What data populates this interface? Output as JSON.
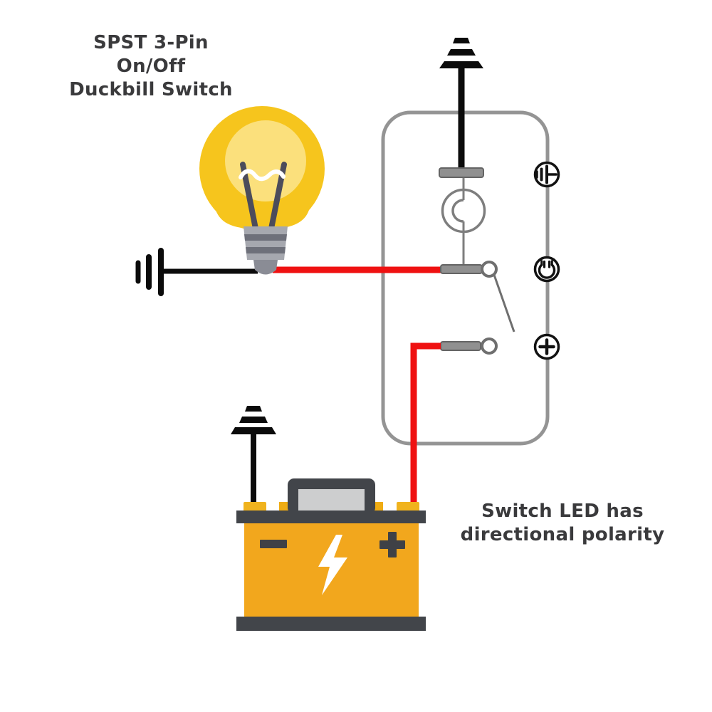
{
  "labels": {
    "switch_title": {
      "line1": "SPST 3-Pin",
      "line2": "On/Off",
      "line3": "Duckbill Switch"
    },
    "led_note": {
      "line1": "Switch LED has",
      "line2": "directional polarity"
    }
  },
  "battery": {
    "negative_symbol": "-",
    "positive_symbol": "+",
    "bolt_icon": "lightning-bolt-icon"
  },
  "icons": {
    "pin_top": "ground-pin-icon",
    "pin_middle": "lamp-pin-icon",
    "pin_bottom": "positive-pin-icon",
    "bulb": "light-bulb-icon",
    "battery": "battery-icon",
    "grounds": [
      "earth-ground-icon-top",
      "earth-ground-icon-left",
      "earth-ground-icon-battery"
    ]
  },
  "colors": {
    "wire_red": "#EF1111",
    "wire_black": "#0B0B0B",
    "bulb_glass": "#F6C51D",
    "bulb_glow": "#FBE07C",
    "bulb_base_gray": "#A6A8AF",
    "switch_outline": "#949494",
    "schematic_line": "#7E7E7E",
    "terminal_fill": "#909090",
    "battery_body": "#F2A71D",
    "battery_frame": "#42454A",
    "symbol_dark": "#3F4146",
    "label_text": "#3A3A3C"
  }
}
